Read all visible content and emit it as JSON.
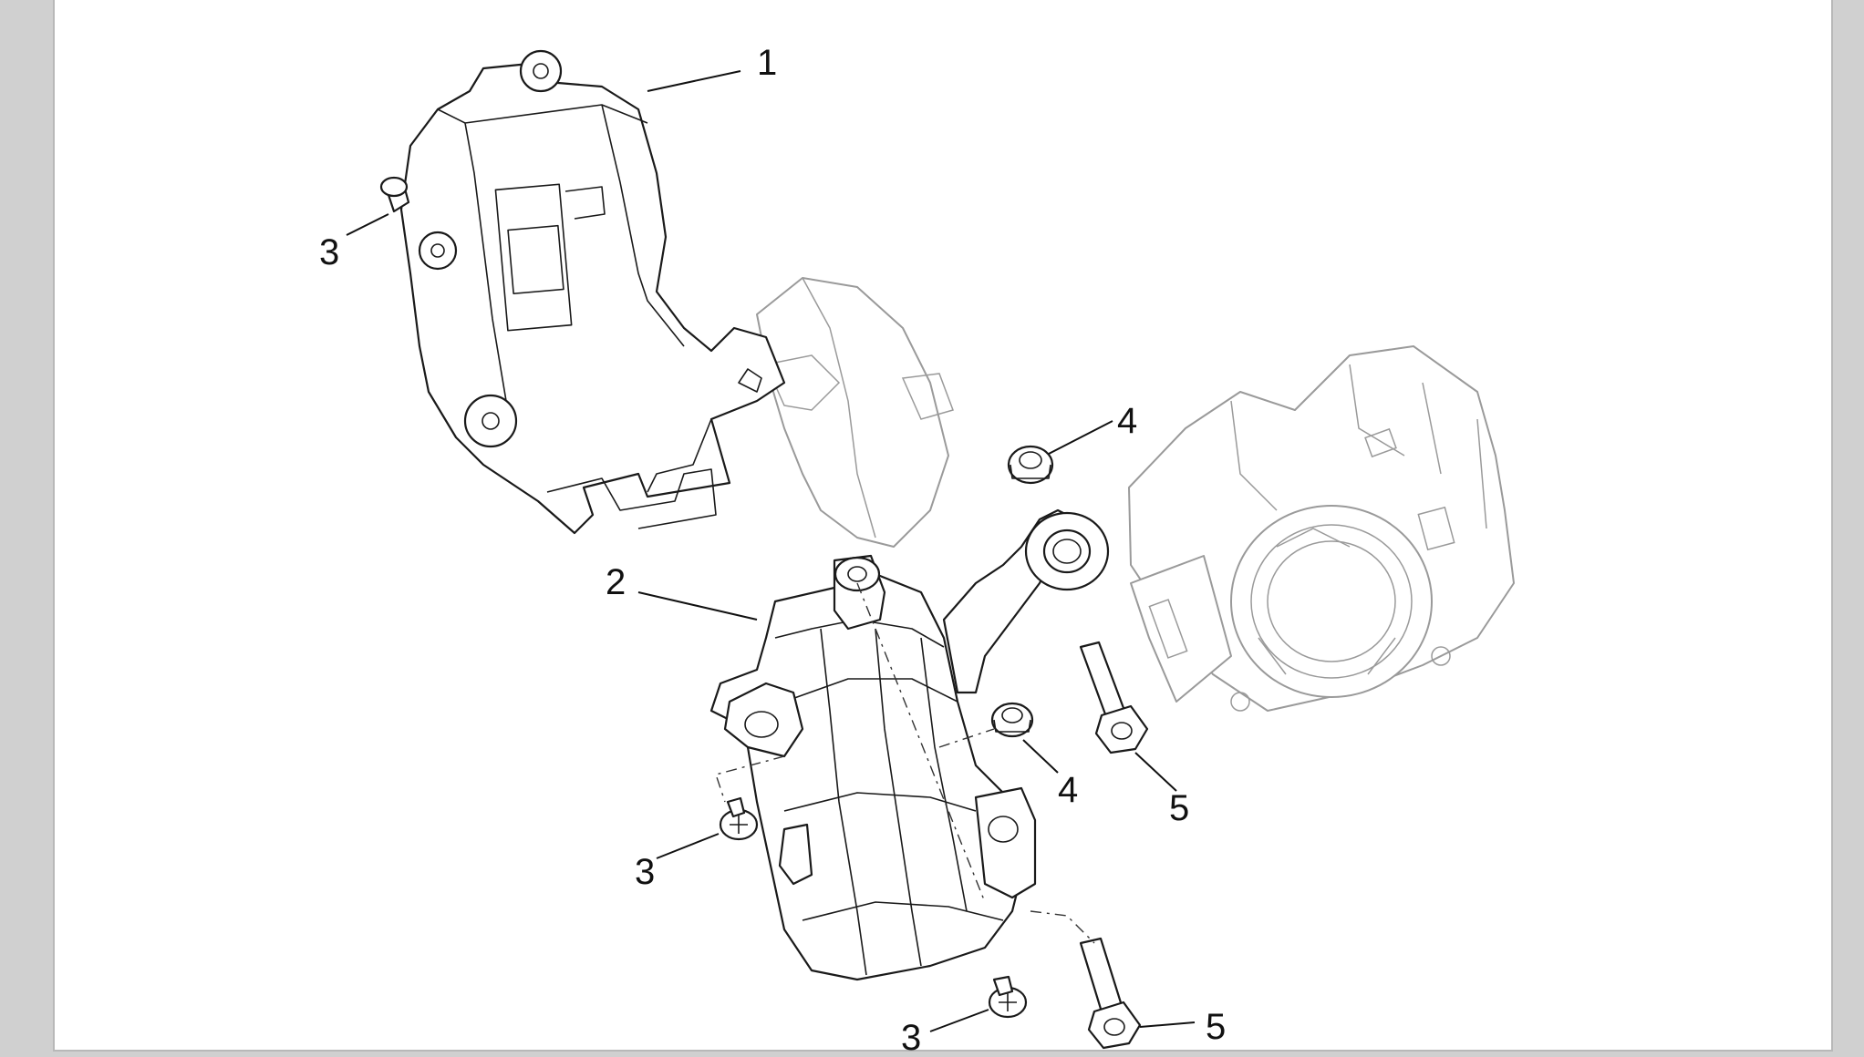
{
  "diagram": {
    "callouts": [
      {
        "id": "c1",
        "label": "1"
      },
      {
        "id": "c2",
        "label": "2"
      },
      {
        "id": "c3a",
        "label": "3"
      },
      {
        "id": "c3b",
        "label": "3"
      },
      {
        "id": "c3c",
        "label": "3"
      },
      {
        "id": "c4a",
        "label": "4"
      },
      {
        "id": "c4b",
        "label": "4"
      },
      {
        "id": "c5a",
        "label": "5"
      },
      {
        "id": "c5b",
        "label": "5"
      }
    ]
  }
}
